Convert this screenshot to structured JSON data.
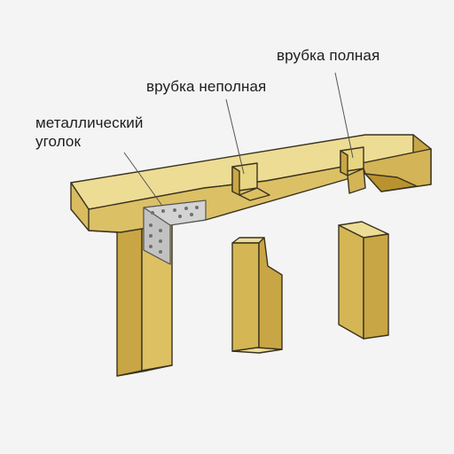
{
  "labels": {
    "full_notch": "врубка полная",
    "partial_notch": "врубка неполная",
    "metal_angle_line1": "металлический",
    "metal_angle_line2": "уголок"
  },
  "colors": {
    "background": "#f4f4f4",
    "wood_top": "#eddc94",
    "wood_front": "#d9bc60",
    "wood_side": "#c9a645",
    "wood_dark": "#b8932e",
    "outline": "#3a3320",
    "metal": "#d3d3d3",
    "text": "#1d1d1d"
  }
}
